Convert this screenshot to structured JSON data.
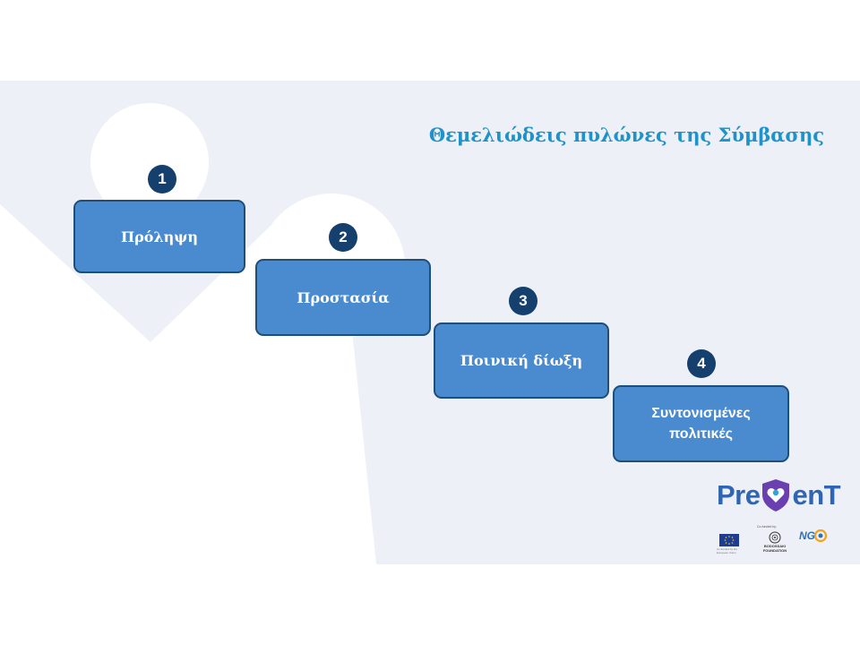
{
  "slide": {
    "title": "Θεμελιώδεις πυλώνες της Σύμβασης",
    "steps": [
      {
        "number": "1",
        "label": "Πρόληψη"
      },
      {
        "number": "2",
        "label": "Προστασία"
      },
      {
        "number": "3",
        "label": "Ποινική δίωξη"
      },
      {
        "number": "4",
        "label_line1": "Συντονισμένες",
        "label_line2": "πολιτικές"
      }
    ]
  },
  "branding": {
    "logo_left": "Pre",
    "logo_right": "enT",
    "partners": {
      "eu_caption": "Co-funded by the European Union",
      "cofunded_label": "Co-funded by:",
      "foundation_line1": "BODOSSAKI",
      "foundation_line2": "FOUNDATION",
      "ngo_label": "NG"
    }
  },
  "colors": {
    "background": "#edf0f6",
    "box_fill": "#4a8bcf",
    "box_border": "#1f4e79",
    "number_circle": "#15406d",
    "title": "#1f93c9",
    "logo": "#2f66b3",
    "shield": "#6a3fb0"
  },
  "icons": [
    "eu-flag-icon",
    "bodossaki-emblem-icon",
    "ngo-ring-icon",
    "heart-shield-icon"
  ]
}
